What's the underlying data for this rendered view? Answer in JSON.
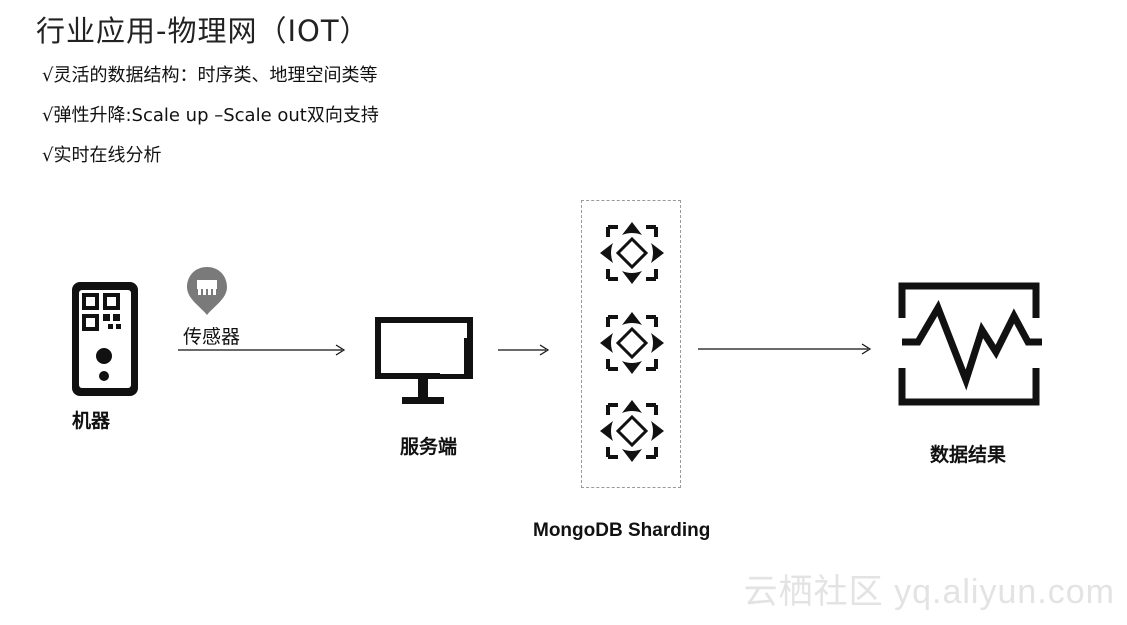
{
  "title": "行业应用-物理网（IOT）",
  "bullets": [
    "√灵活的数据结构：时序类、地理空间类等",
    "√弹性升降:Scale up –Scale out双向支持",
    "√实时在线分析"
  ],
  "diagram": {
    "device_label": "机器",
    "sensor_label": "传感器",
    "server_label": "服务端",
    "sharding_label": "MongoDB Sharding",
    "result_label": "数据结果"
  },
  "watermark": "云栖社区 yq.aliyun.com",
  "colors": {
    "icon": "#111111",
    "sensor_pin": "#7a7a7a",
    "watermark": "#e3e3e3"
  }
}
